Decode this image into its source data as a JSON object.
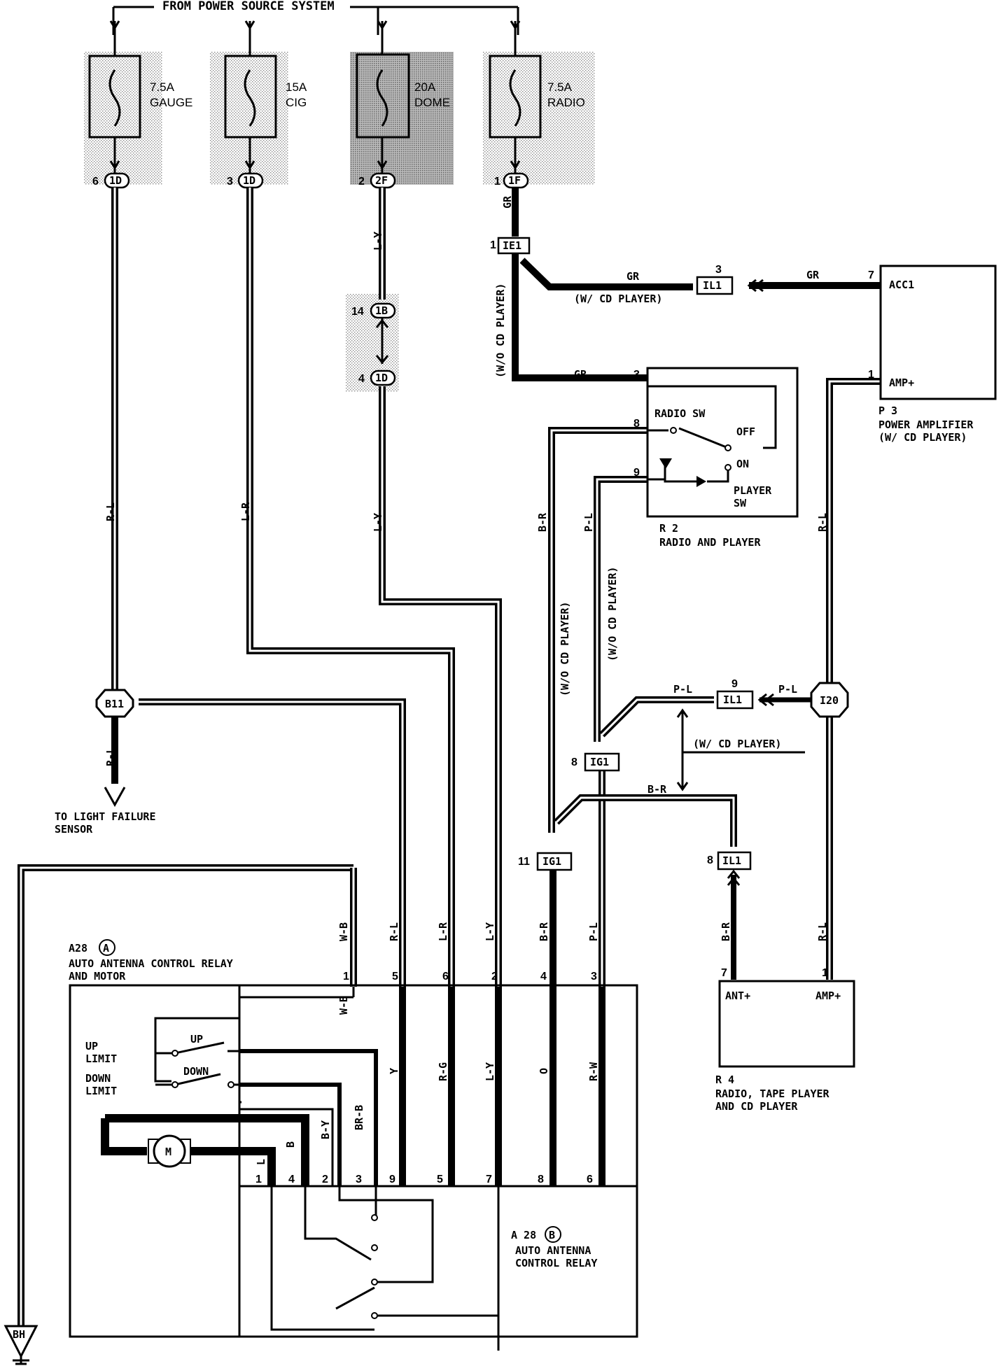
{
  "header": {
    "source": "FROM POWER SOURCE SYSTEM"
  },
  "fuses": [
    {
      "rating": "7.5A",
      "name": "GAUGE",
      "pin": "6",
      "connector": "1D"
    },
    {
      "rating": "15A",
      "name": "CIG",
      "pin": "3",
      "connector": "1D"
    },
    {
      "rating": "20A",
      "name": "DOME",
      "pin": "2",
      "connector": "2F"
    },
    {
      "rating": "7.5A",
      "name": "RADIO",
      "pin": "1",
      "connector": "1F"
    }
  ],
  "junctions": {
    "ie1": {
      "pin": "1",
      "id": "IE1"
    },
    "j1b": {
      "pin": "14",
      "id": "1B"
    },
    "j1d": {
      "pin": "4",
      "id": "1D"
    },
    "il1_top": {
      "pin": "3",
      "id": "IL1"
    },
    "il1_mid": {
      "pin": "9",
      "id": "IL1"
    },
    "il1_low": {
      "pin": "8",
      "id": "IL1"
    },
    "ig1_top": {
      "pin": "8",
      "id": "IG1"
    },
    "ig1_low": {
      "pin": "11",
      "id": "IG1"
    },
    "b11": "B11",
    "i20": "I20",
    "bh": "BH"
  },
  "wire_colors": {
    "gr": "GR",
    "ly": "L-Y",
    "rl": "R-L",
    "lr": "L-R",
    "br": "B-R",
    "pl": "P-L",
    "wb": "W-B",
    "y": "Y",
    "rg": "R-G",
    "o": "O",
    "rw": "R-W",
    "l": "L",
    "b": "B",
    "by": "B-Y",
    "brb": "BR-B"
  },
  "notes": {
    "wo_cd": "(W/O CD PLAYER)",
    "w_cd": "(W/ CD PLAYER)"
  },
  "components": {
    "p3": {
      "code": "P 3",
      "name": "POWER AMPLIFIER",
      "note": "(W/ CD PLAYER)",
      "acc": "ACC1",
      "amp": "AMP+"
    },
    "r2": {
      "code": "R 2",
      "name": "RADIO AND PLAYER",
      "radio_sw": "RADIO SW",
      "off": "OFF",
      "on": "ON",
      "player": "PLAYER",
      "sw": "SW"
    },
    "r4": {
      "code": "R 4",
      "name1": "RADIO, TAPE PLAYER",
      "name2": "AND CD PLAYER",
      "ant": "ANT+",
      "amp": "AMP+"
    },
    "a28": {
      "code": "A28",
      "badge": "A",
      "name1": "AUTO ANTENNA CONTROL RELAY",
      "name2": "AND MOTOR",
      "up": "UP",
      "down": "DOWN",
      "up_limit1": "UP",
      "up_limit2": "LIMIT",
      "down_limit1": "DOWN",
      "down_limit2": "LIMIT",
      "motor": "M"
    },
    "a28b": {
      "code": "A 28",
      "badge": "B",
      "name1": "AUTO ANTENNA",
      "name2": "CONTROL RELAY"
    },
    "light": {
      "line1": "TO LIGHT FAILURE",
      "line2": "SENSOR"
    }
  },
  "pins": {
    "p3_acc": "7",
    "p3_amp": "1",
    "r2_3": "3",
    "r2_8": "8",
    "r2_9": "9",
    "r4_ant": "7",
    "r4_amp": "1",
    "a_top": [
      "1",
      "5",
      "6",
      "2",
      "4",
      "3"
    ],
    "a_bottom": [
      "1",
      "4",
      "2",
      "3",
      "9",
      "5",
      "7",
      "8",
      "6"
    ]
  }
}
